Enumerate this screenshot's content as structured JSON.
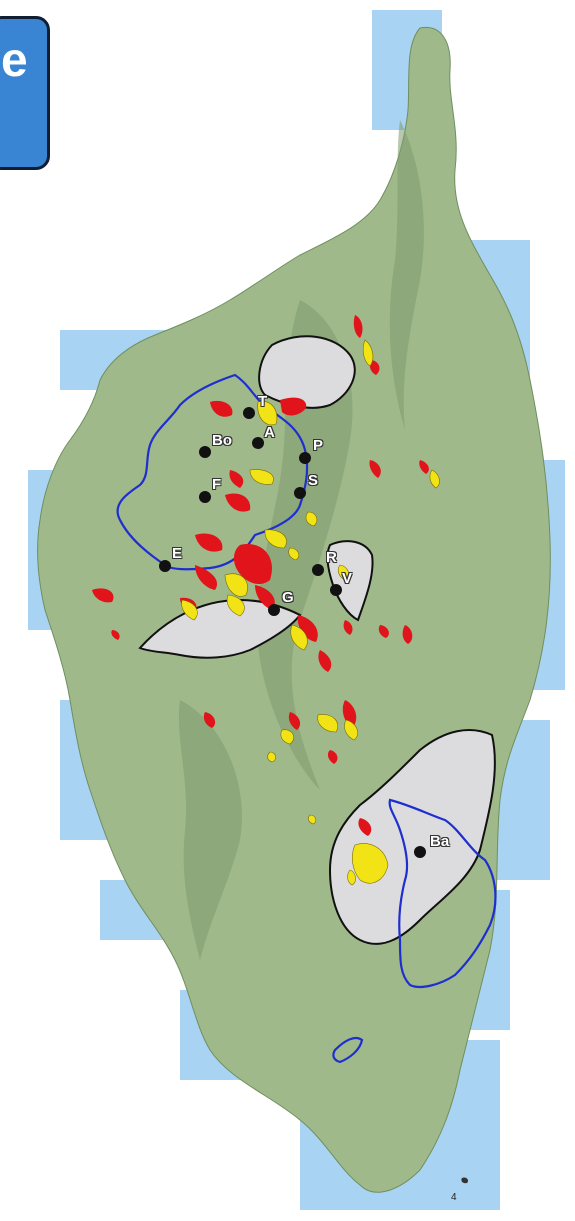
{
  "badge": {
    "text": "e"
  },
  "sites": [
    {
      "code": "T"
    },
    {
      "code": "A"
    },
    {
      "code": "Bo"
    },
    {
      "code": "P"
    },
    {
      "code": "S"
    },
    {
      "code": "F"
    },
    {
      "code": "E"
    },
    {
      "code": "R"
    },
    {
      "code": "V"
    },
    {
      "code": "G"
    },
    {
      "code": "Ba"
    }
  ],
  "scale_mark": "4",
  "colors": {
    "sea": "#a9d3f2",
    "terrain": "#9fb98a",
    "terrain_dark": "#7e9a6e",
    "massif_gray": "#dcdcde",
    "boundary_blue": "#1f2fcf",
    "patch_red": "#e0141a",
    "patch_yellow": "#f2e317",
    "site_marker": "#111111"
  }
}
